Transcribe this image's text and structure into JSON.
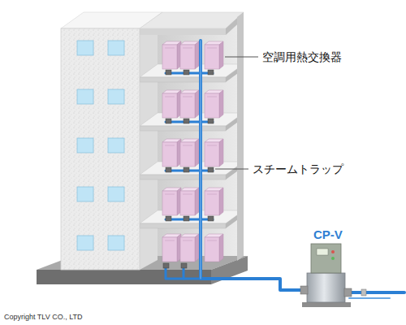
{
  "diagram": {
    "labels": [
      "空調用熱交換器",
      "スチームトラップ",
      "CP-V",
      "Copyright TLV CO., LTD"
    ]
  }
}
